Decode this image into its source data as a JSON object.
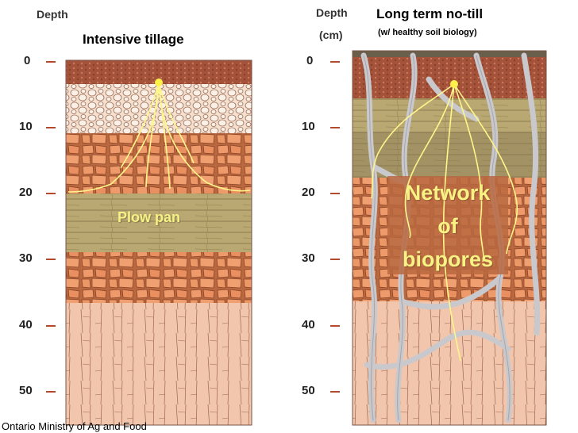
{
  "left": {
    "depth_label": "Depth",
    "title": "Intensive tillage",
    "ticks": [
      "0",
      "10",
      "20",
      "30",
      "40",
      "50"
    ],
    "layer_label": "Plow pan"
  },
  "right": {
    "depth_label_line1": "Depth",
    "depth_label_line2": "(cm)",
    "title": "Long term no-till",
    "subtitle": "(w/ healthy soil biology)",
    "ticks": [
      "0",
      "10",
      "20",
      "30",
      "40",
      "50"
    ],
    "overlay_line1": "Network",
    "overlay_line2": "of",
    "overlay_line3": "biopores"
  },
  "credit": "Ontario Ministry of Ag and Food",
  "colors": {
    "topsoil": "#a8563a",
    "tilled_pebbles": "#f1dccb",
    "orange_clods": "#e59266",
    "plow_pan": "#b7a66f",
    "subsoil": "#f2c7ae",
    "root": "#fff68a",
    "pore": "#c9c9cd"
  }
}
